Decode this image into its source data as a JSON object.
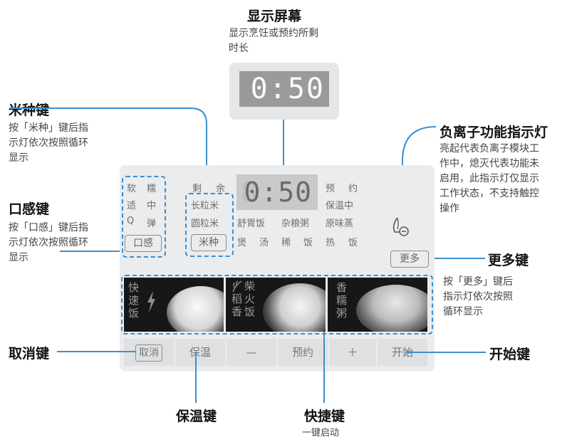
{
  "display": {
    "title": "显示屏幕",
    "desc1": "显示烹饪或预约所剩",
    "desc2": "时长",
    "time": "0:50"
  },
  "rice_key": {
    "title": "米种键",
    "desc": [
      "按「米种」键后指",
      "示灯依次按照循环",
      "显示"
    ]
  },
  "taste_key": {
    "title": "口感键",
    "desc": [
      "按「口感」键后指",
      "示灯依次按照循环",
      "显示"
    ]
  },
  "ion": {
    "title": "负离子功能指示灯",
    "desc": [
      "亮起代表负离子模块工",
      "作中，熄灭代表功能未",
      "启用，此指示灯仅显示",
      "工作状态，不支持触控",
      "操作"
    ]
  },
  "more_key": {
    "title": "更多键",
    "desc": [
      "按「更多」键后",
      "指示灯依次按照",
      "循环显示"
    ]
  },
  "callouts": {
    "cancel": "取消键",
    "start": "开始键",
    "keep_warm": "保温键",
    "quick": "快捷键",
    "quick_desc": "一键启动"
  },
  "panel": {
    "taste_opts": [
      "软",
      "糯",
      "适",
      "中",
      "Q",
      "弹"
    ],
    "taste_btn": "口感",
    "remain": [
      "剩",
      "余"
    ],
    "rice_opts": [
      "长粒米",
      "圆粒米"
    ],
    "rice_btn": "米种",
    "lcd_time": "0:50",
    "reserve": [
      "预",
      "约"
    ],
    "keep_warm": "保温中",
    "menu_row1": [
      "舒胃饭",
      "杂粮粥",
      "原味蒸"
    ],
    "menu_row2": [
      "煲",
      "汤",
      "稀",
      "饭",
      "热",
      "饭"
    ],
    "more_btn": "更多",
    "quick_cards": [
      "快速饭",
      "柴火稻香饭",
      "香糯粥"
    ],
    "quick_chars": [
      [
        "快",
        "速",
        "饭"
      ],
      [
        "柴",
        "火",
        "饭"
      ],
      [
        "稻",
        "香"
      ],
      [
        "香",
        "糯",
        "粥"
      ]
    ],
    "bottom_buttons": [
      "取消",
      "保温",
      "—",
      "预约",
      "＋",
      "开始"
    ]
  }
}
